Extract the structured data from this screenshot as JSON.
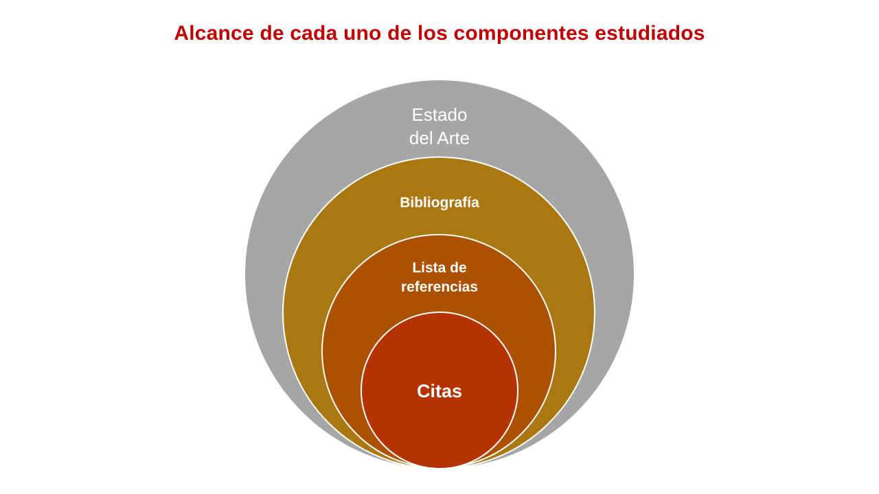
{
  "title": "Alcance de cada uno de los componentes estudiados",
  "diagram": {
    "rings": [
      {
        "label_lines": [
          "Estado",
          "del Arte"
        ],
        "color": "#A6A6A6"
      },
      {
        "label_lines": [
          "Bibliografía"
        ],
        "color": "#AB7710"
      },
      {
        "label_lines": [
          "Lista de",
          "referencias"
        ],
        "color": "#AD5100"
      },
      {
        "label_lines": [
          "Citas"
        ],
        "color": "#B43300"
      }
    ]
  }
}
